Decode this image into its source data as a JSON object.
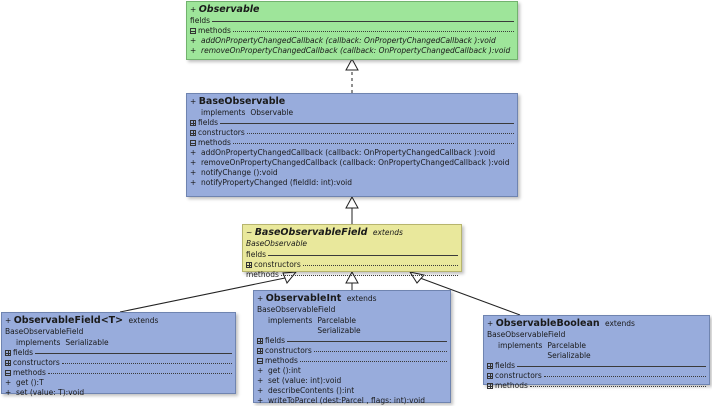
{
  "labels": {
    "fields": "fields",
    "constructors": "constructors",
    "methods": "methods",
    "implements": "implements",
    "extends": "extends"
  },
  "observable": {
    "visibility": "+",
    "name": "Observable",
    "methods": [
      {
        "vis": "+",
        "sig": "addOnPropertyChangedCallback (callback: OnPropertyChangedCallback ):void"
      },
      {
        "vis": "+",
        "sig": "removeOnPropertyChangedCallback (callback: OnPropertyChangedCallback ):void"
      }
    ]
  },
  "baseObservable": {
    "visibility": "+",
    "name": "BaseObservable",
    "implements": "Observable",
    "methods": [
      {
        "vis": "+",
        "sig": "addOnPropertyChangedCallback (callback: OnPropertyChangedCallback ):void"
      },
      {
        "vis": "+",
        "sig": "removeOnPropertyChangedCallback (callback: OnPropertyChangedCallback ):void"
      },
      {
        "vis": "+",
        "sig": "notifyChange ():void"
      },
      {
        "vis": "+",
        "sig": "notifyPropertyChanged (fieldId: int):void"
      }
    ]
  },
  "baseObservableField": {
    "visibility": "~",
    "name": "BaseObservableField",
    "extends": "BaseObservable"
  },
  "observableField": {
    "visibility": "+",
    "name": "ObservableField<T>",
    "extends": "BaseObservableField",
    "implements": "Serializable",
    "methods": [
      {
        "vis": "+",
        "sig": "get ():T"
      },
      {
        "vis": "+",
        "sig": "set (value: T):void"
      }
    ]
  },
  "observableInt": {
    "visibility": "+",
    "name": "ObservableInt",
    "extends": "BaseObservableField",
    "implements": [
      "Parcelable",
      "Serializable"
    ],
    "methods": [
      {
        "vis": "+",
        "sig": "get ():int"
      },
      {
        "vis": "+",
        "sig": "set (value: int):void"
      },
      {
        "vis": "+",
        "sig": "describeContents ():int"
      },
      {
        "vis": "+",
        "sig": "writeToParcel (dest:Parcel , flags: int):void"
      }
    ]
  },
  "observableBoolean": {
    "visibility": "+",
    "name": "ObservableBoolean",
    "extends": "BaseObservableField",
    "implements": [
      "Parcelable",
      "Serializable"
    ]
  }
}
